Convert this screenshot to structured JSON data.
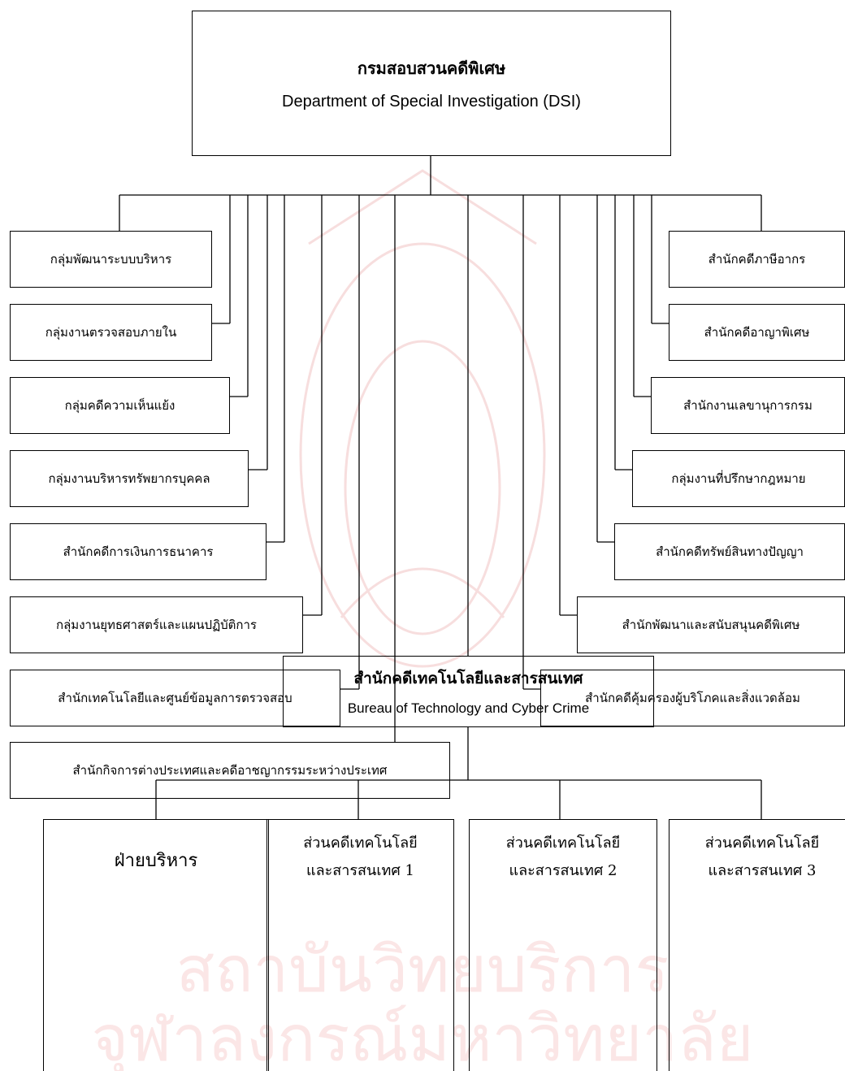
{
  "watermark": {
    "line1": "สถาบันวิทยบริการ",
    "line2": "จุฬาลงกรณ์มหาวิทยาลัย"
  },
  "root": {
    "name_th": "กรมสอบสวนคดีพิเศษ",
    "name_en": "Department of Special Investigation (DSI)"
  },
  "left_units": [
    "กลุ่มพัฒนาระบบบริหาร",
    "กลุ่มงานตรวจสอบภายใน",
    "กลุ่มคดีความเห็นแย้ง",
    "กลุ่มงานบริหารทรัพยากรบุคคล",
    "สำนักคดีการเงินการธนาคาร",
    "กลุ่มงานยุทธศาสตร์และแผนปฏิบัติการ",
    "สำนักเทคโนโลยีและศูนย์ข้อมูลการตรวจสอบ",
    "สำนักกิจการต่างประเทศและคดีอาชญากรรมระหว่างประเทศ"
  ],
  "right_units": [
    "สำนักคดีภาษีอากร",
    "สำนักคดีอาญาพิเศษ",
    "สำนักงานเลขานุการกรม",
    "กลุ่มงานที่ปรึกษากฎหมาย",
    "สำนักคดีทรัพย์สินทางปัญญา",
    "สำนักพัฒนาและสนับสนุนคดีพิเศษ",
    "สำนักคดีคุ้มครองผู้บริโภคและสิ่งแวดล้อม"
  ],
  "bureau": {
    "name_th": "สำนักคดีเทคโนโลยีและสารสนเทศ",
    "name_en": "Bureau of Technology and Cyber Crime"
  },
  "sections": [
    {
      "line1": "ฝ่ายบริหาร",
      "line2": ""
    },
    {
      "line1": "ส่วนคดีเทคโนโลยี",
      "line2": "และสารสนเทศ 1"
    },
    {
      "line1": "ส่วนคดีเทคโนโลยี",
      "line2": "และสารสนเทศ 2"
    },
    {
      "line1": "ส่วนคดีเทคโนโลยี",
      "line2": "และสารสนเทศ 3"
    }
  ]
}
